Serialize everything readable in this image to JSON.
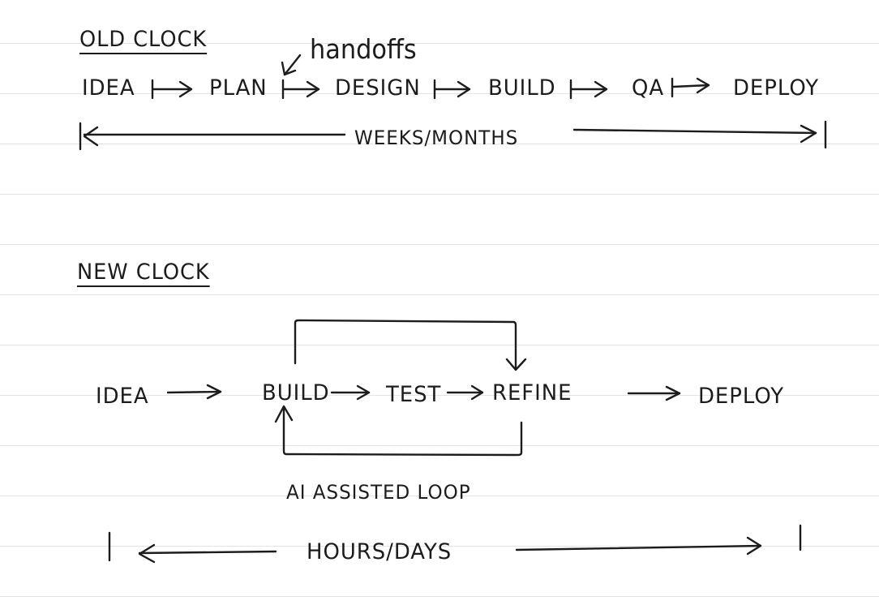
{
  "ink_color": "#1c1c1c",
  "paper_color": "#ffffff",
  "rule_color": "#e4e4e4",
  "old_clock": {
    "heading": "OLD CLOCK",
    "annotation": "handoffs",
    "stages": [
      "IDEA",
      "PLAN",
      "DESIGN",
      "BUILD",
      "QA",
      "DEPLOY"
    ],
    "timescale": "WEEKS/MONTHS"
  },
  "new_clock": {
    "heading": "NEW CLOCK",
    "stages": [
      "IDEA",
      "BUILD",
      "TEST",
      "REFINE",
      "DEPLOY"
    ],
    "loop_label": "AI ASSISTED LOOP",
    "timescale": "HOURS/DAYS"
  }
}
